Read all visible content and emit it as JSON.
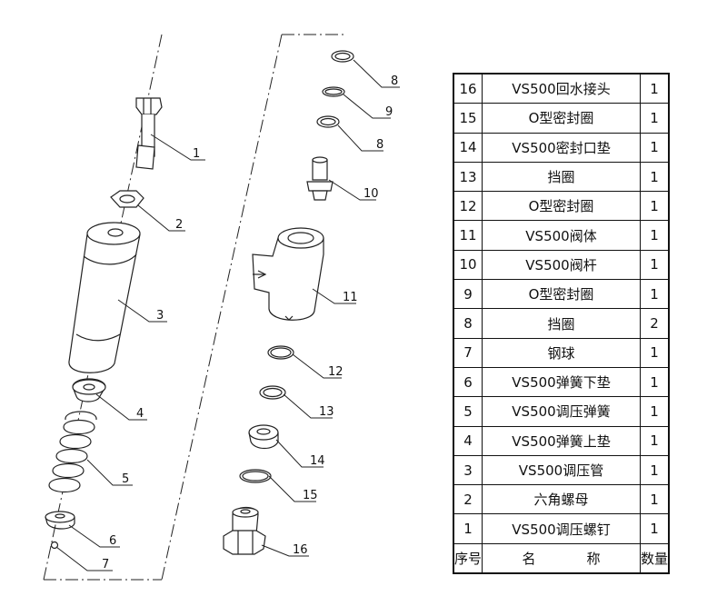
{
  "callouts": [
    "1",
    "2",
    "3",
    "4",
    "5",
    "6",
    "7",
    "8",
    "9",
    "8",
    "10",
    "11",
    "12",
    "13",
    "14",
    "15",
    "16"
  ],
  "parts": [
    {
      "no": "16",
      "name": "VS500回水接头",
      "qty": "1"
    },
    {
      "no": "15",
      "name": "O型密封圈",
      "qty": "1"
    },
    {
      "no": "14",
      "name": "VS500密封口垫",
      "qty": "1"
    },
    {
      "no": "13",
      "name": "挡圈",
      "qty": "1"
    },
    {
      "no": "12",
      "name": "O型密封圈",
      "qty": "1"
    },
    {
      "no": "11",
      "name": "VS500阀体",
      "qty": "1"
    },
    {
      "no": "10",
      "name": "VS500阀杆",
      "qty": "1"
    },
    {
      "no": "9",
      "name": "O型密封圈",
      "qty": "1"
    },
    {
      "no": "8",
      "name": "挡圈",
      "qty": "2"
    },
    {
      "no": "7",
      "name": "钢球",
      "qty": "1"
    },
    {
      "no": "6",
      "name": "VS500弹簧下垫",
      "qty": "1"
    },
    {
      "no": "5",
      "name": "VS500调压弹簧",
      "qty": "1"
    },
    {
      "no": "4",
      "name": "VS500弹簧上垫",
      "qty": "1"
    },
    {
      "no": "3",
      "name": "VS500调压管",
      "qty": "1"
    },
    {
      "no": "2",
      "name": "六角螺母",
      "qty": "1"
    },
    {
      "no": "1",
      "name": "VS500调压螺钉",
      "qty": "1"
    }
  ],
  "header": {
    "no": "序号",
    "name_1": "名",
    "name_2": "称",
    "qty": "数量"
  }
}
